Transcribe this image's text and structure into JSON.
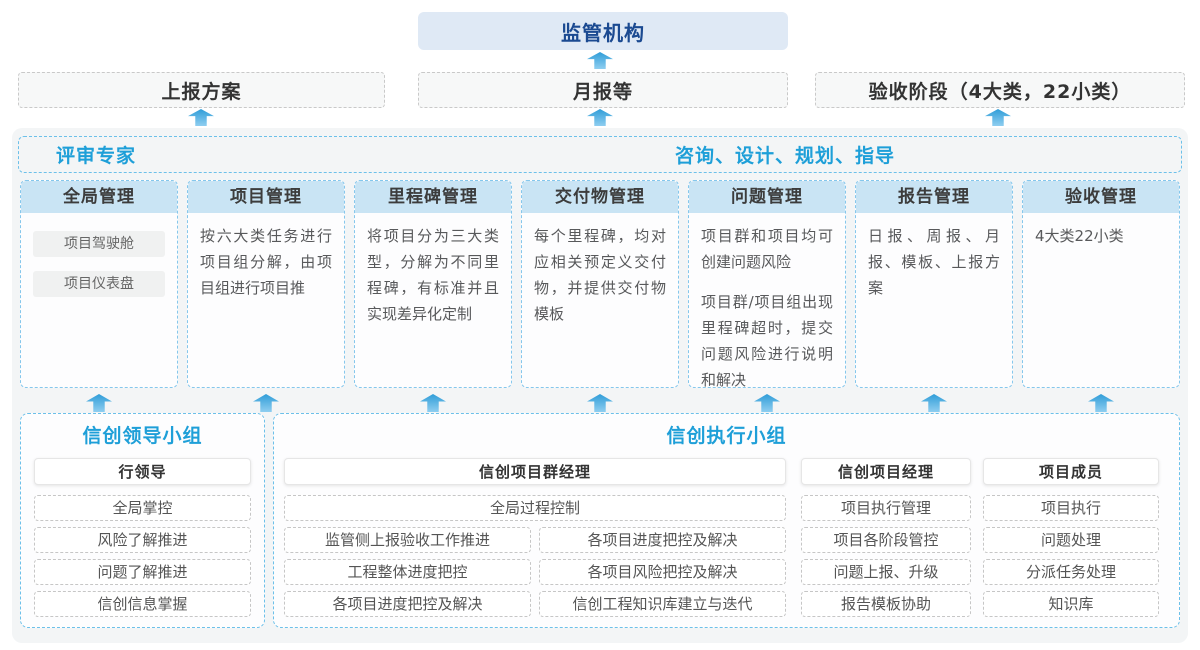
{
  "colors": {
    "accent_blue_text": "#1e9fd8",
    "navy_title": "#1b4a91",
    "regulator_fill": "#dfe9f5",
    "panel_fill": "#f3f5f6",
    "column_header_fill": "#c9e4f4",
    "blue_dash_border": "#6cc0e9",
    "gray_dash_border": "#c9c9c9",
    "arrow_gradient_top": "#2f9dd8",
    "arrow_gradient_bottom": "#8fcef0"
  },
  "top": {
    "regulator": "监管机构",
    "reports": [
      "上报方案",
      "月报等",
      "验收阶段（4大类，22小类）"
    ]
  },
  "panel": {
    "left_header": "评审专家",
    "right_header": "咨询、设计、规划、指导",
    "columns": [
      {
        "title": "全局管理",
        "items": [
          "项目驾驶舱",
          "项目仪表盘"
        ]
      },
      {
        "title": "项目管理",
        "paragraphs": [
          "按六大类任务进行项目组分解，由项目组进行项目推"
        ]
      },
      {
        "title": "里程碑管理",
        "paragraphs": [
          "将项目分为三大类型，分解为不同里程碑，有标准并且实现差异化定制"
        ]
      },
      {
        "title": "交付物管理",
        "paragraphs": [
          "每个里程碑，均对应相关预定义交付物，并提供交付物模板"
        ]
      },
      {
        "title": "问题管理",
        "paragraphs": [
          "项目群和项目均可创建问题风险",
          "项目群/项目组出现里程碑超时，提交问题风险进行说明和解决"
        ]
      },
      {
        "title": "报告管理",
        "paragraphs": [
          "日报、周报、月报、模板、上报方案"
        ]
      },
      {
        "title": "验收管理",
        "paragraphs": [
          "4大类22小类"
        ]
      }
    ]
  },
  "bottom": {
    "leader": {
      "title": "信创领导小组",
      "role": "行领导",
      "items": [
        "全局掌控",
        "风险了解推进",
        "问题了解推进",
        "信创信息掌握"
      ]
    },
    "executor": {
      "title": "信创执行小组",
      "pm_group": {
        "role": "信创项目群经理",
        "full_item": "全局过程控制",
        "left_items": [
          "监管侧上报验收工作推进",
          "工程整体进度把控",
          "各项目进度把控及解决"
        ],
        "right_items": [
          "各项目进度把控及解决",
          "各项目风险把控及解决",
          "信创工程知识库建立与迭代"
        ]
      },
      "project_manager": {
        "role": "信创项目经理",
        "items": [
          "项目执行管理",
          "项目各阶段管控",
          "问题上报、升级",
          "报告模板协助"
        ]
      },
      "member": {
        "role": "项目成员",
        "items": [
          "项目执行",
          "问题处理",
          "分派任务处理",
          "知识库"
        ]
      }
    }
  }
}
